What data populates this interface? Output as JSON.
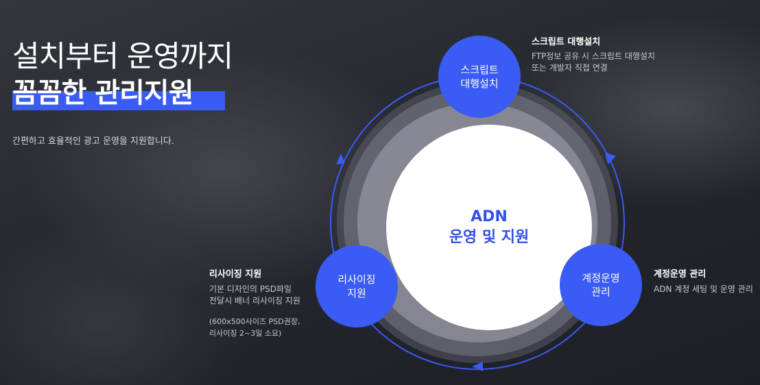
{
  "hero": {
    "title_line1": "설치부터 운영까지",
    "title_line2": "꼼꼼한 관리지원",
    "subtitle": "간편하고 효율적인 광고 운영을 지원합니다."
  },
  "center": {
    "line1": "ADN",
    "line2": "운영 및 지원"
  },
  "nodes": [
    {
      "label": "스크립트\n대행설치",
      "title": "스크립트 대행설치",
      "desc": "FTP정보 공유 시 스크립트 대행설치\n또는 개발자 직접 연결"
    },
    {
      "label": "계정운영\n관리",
      "title": "계정운영 관리",
      "desc": "ADN 계정 세팅 및 운영 관리"
    },
    {
      "label": "리사이징\n지원",
      "title": "리사이징 지원",
      "desc": "기본 디자인의 PSD파일\n전달시 배너 리사이징 지원",
      "note": "(600x500사이즈 PSD권장,\n리사이징 2~3일 소요)"
    }
  ],
  "colors": {
    "accent": "#3b5bf5",
    "center_text": "#3450e8",
    "background": "#26282f"
  }
}
